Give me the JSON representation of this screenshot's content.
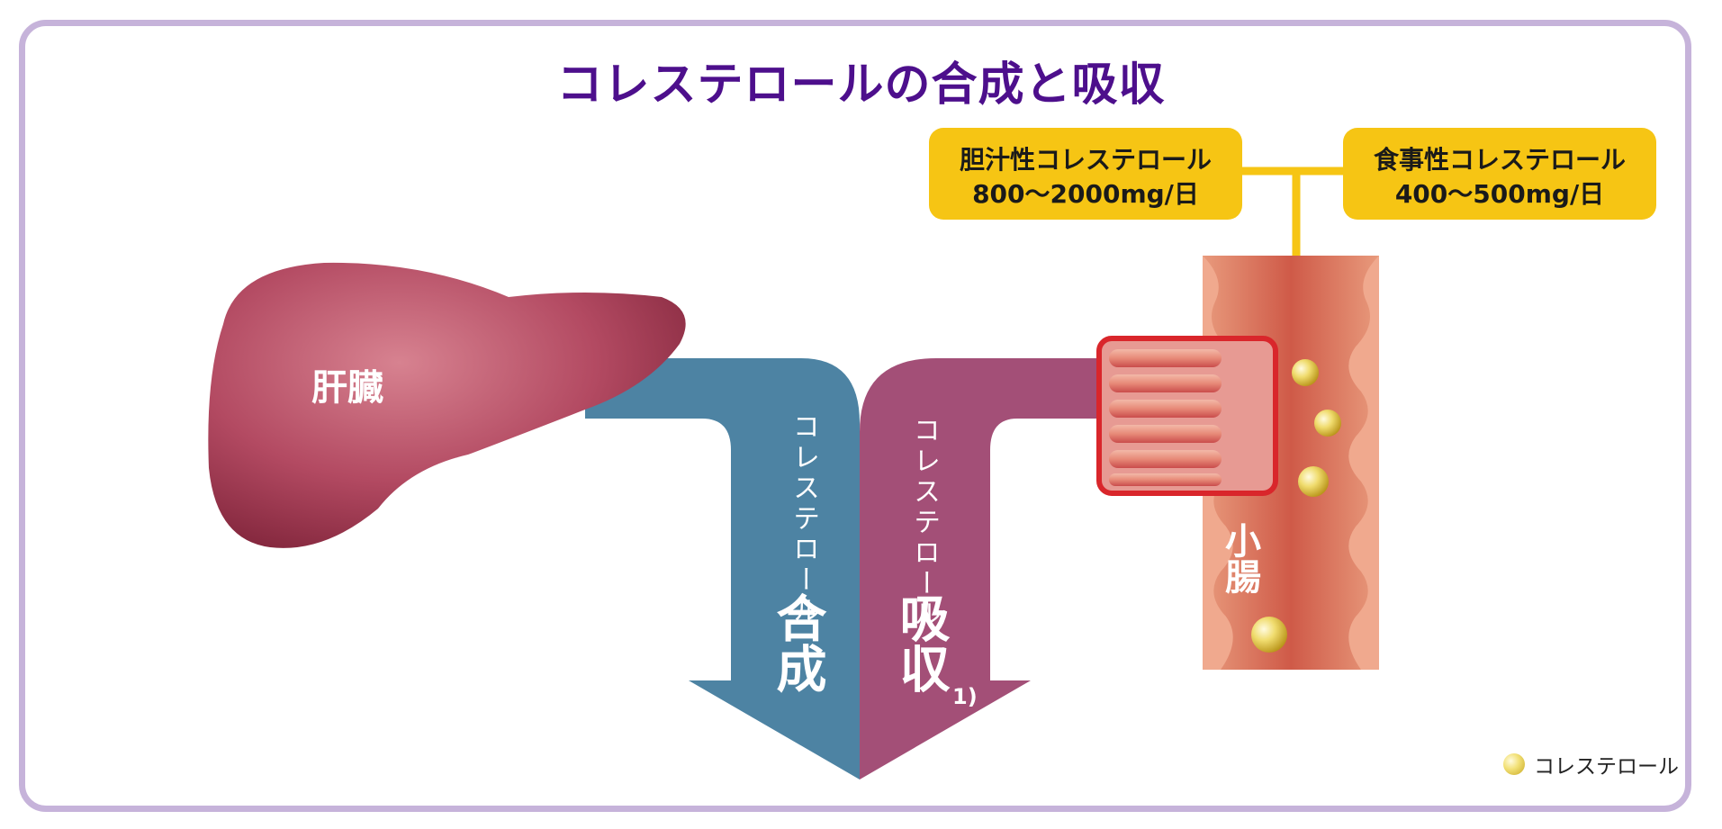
{
  "title": "コレステロールの合成と吸収",
  "organs": {
    "liver": "肝臓",
    "small_intestine": "小腸"
  },
  "flows": {
    "synthesis": {
      "vertical_label": "コレステロール",
      "main_label": "合成"
    },
    "absorption": {
      "vertical_label": "コレステロール",
      "main_label": "吸収",
      "footnote": "1)"
    }
  },
  "sources": {
    "biliary": {
      "name": "胆汁性コレステロール",
      "amount": "800〜2000mg/日"
    },
    "dietary": {
      "name": "食事性コレステロール",
      "amount": "400〜500mg/日"
    }
  },
  "legend": {
    "label": "コレステロール",
    "icon": "cholesterol-dot-icon"
  },
  "colors": {
    "title": "#4d0f8c",
    "frame": "#c6b3da",
    "synthesis_arrow": "#4d83a3",
    "absorption_arrow": "#a34f77",
    "source_box": "#f6c514",
    "liver": "#a63a55",
    "intestine": "#e8876d"
  }
}
